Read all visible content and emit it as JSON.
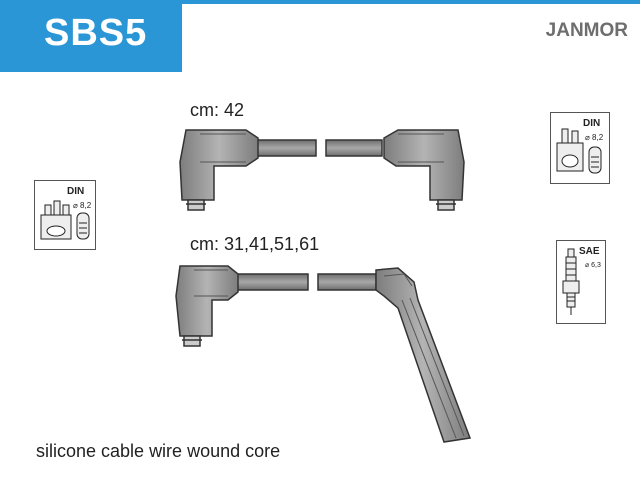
{
  "product_code": "SBS5",
  "brand": "JANMOR",
  "cable_lengths": [
    {
      "label": "cm: 42"
    },
    {
      "label": "cm: 31,41,51,61"
    }
  ],
  "connectors": {
    "left_badge": {
      "standard": "DIN",
      "diameter": "⌀ 8,2"
    },
    "right_top_badge": {
      "standard": "DIN",
      "diameter": "⌀ 8,2"
    },
    "right_bottom_badge": {
      "standard": "SAE",
      "diameter": "⌀ 6,3"
    }
  },
  "description": "silicone cable wire wound core",
  "colors": {
    "accent": "#2a96d6",
    "wire": "#8a8a8a",
    "boot": "#9a9a9a",
    "outline": "#333333"
  }
}
